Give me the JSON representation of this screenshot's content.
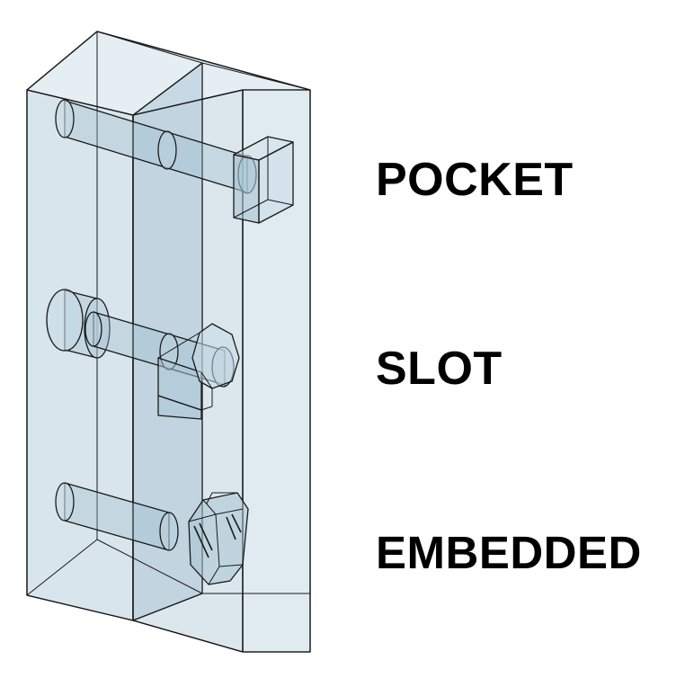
{
  "labels": {
    "pocket": "POCKET",
    "slot": "SLOT",
    "embedded": "EMBEDDED"
  },
  "colors": {
    "block_fill": "#b9cfdc",
    "block_face_dark": "#9fbccd",
    "edge_stroke": "#1a1a1a",
    "label_text": "#000000",
    "background": "#ffffff"
  }
}
